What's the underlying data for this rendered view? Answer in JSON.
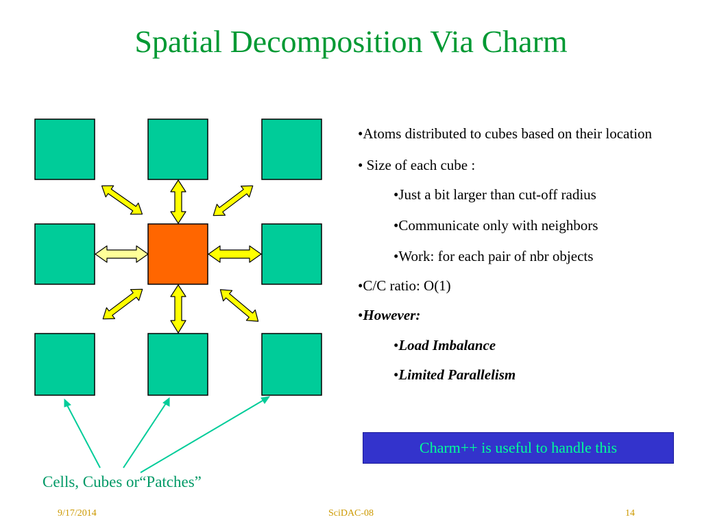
{
  "title": "Spatial Decomposition Via Charm",
  "bullets": [
    {
      "level": 1,
      "bullet": "•",
      "text": "Atoms distributed to cubes based on their location",
      "style": "normal"
    },
    {
      "level": 1,
      "bullet": "• ",
      "text": "Size of each cube :",
      "style": "normal"
    },
    {
      "level": 2,
      "bullet": "•",
      "text": "Just a bit larger than cut-off radius",
      "style": "normal"
    },
    {
      "level": 2,
      "bullet": "•",
      "text": "Communicate only with neighbors",
      "style": "normal"
    },
    {
      "level": 2,
      "bullet": "•",
      "text": "Work: for each pair of nbr objects",
      "style": "normal"
    },
    {
      "level": 1,
      "bullet": "•",
      "text": "C/C ratio: O(1)",
      "style": "normal"
    },
    {
      "level": 1,
      "bullet": "•",
      "text": "However:",
      "style": "bold-italic"
    },
    {
      "level": 2,
      "bullet": "•",
      "text": "Load Imbalance",
      "style": "bold-italic"
    },
    {
      "level": 2,
      "bullet": "•",
      "text": "Limited Parallelism",
      "style": "bold-italic"
    }
  ],
  "callout": "Charm++ is useful to handle this",
  "patches_label": "Cells, Cubes or“Patches”",
  "footer": {
    "date": "9/17/2014",
    "center": "SciDAC-08",
    "page": "14"
  },
  "colors": {
    "title": "#009933",
    "cube": "#00cc99",
    "center_cube": "#ff6600",
    "arrow": "#ffff00",
    "arrow_highlight": "#ffff99",
    "callout_bg": "#3333cc",
    "callout_text": "#00ff99",
    "pointer": "#00cc99",
    "footer": "#cc9900"
  }
}
